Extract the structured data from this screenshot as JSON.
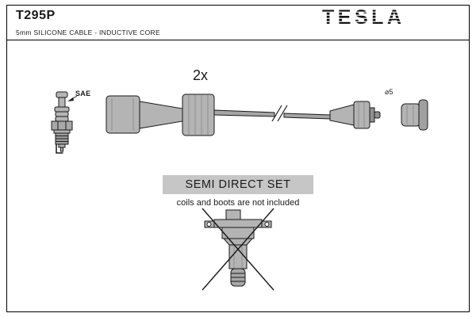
{
  "header": {
    "part_number": "T295P",
    "subtitle": "5mm SILICONE CABLE - INDUCTIVE CORE",
    "brand": "TESLA"
  },
  "labels": {
    "spark_plug": "SAE",
    "quantity": "2x",
    "diameter": "⌀5"
  },
  "note": {
    "title": "SEMI DIRECT SET",
    "subtitle": "coils and boots are not included"
  },
  "colors": {
    "ink": "#1a1a1a",
    "part_fill": "#b4b4b4",
    "note_band": "#c6c6c6"
  }
}
